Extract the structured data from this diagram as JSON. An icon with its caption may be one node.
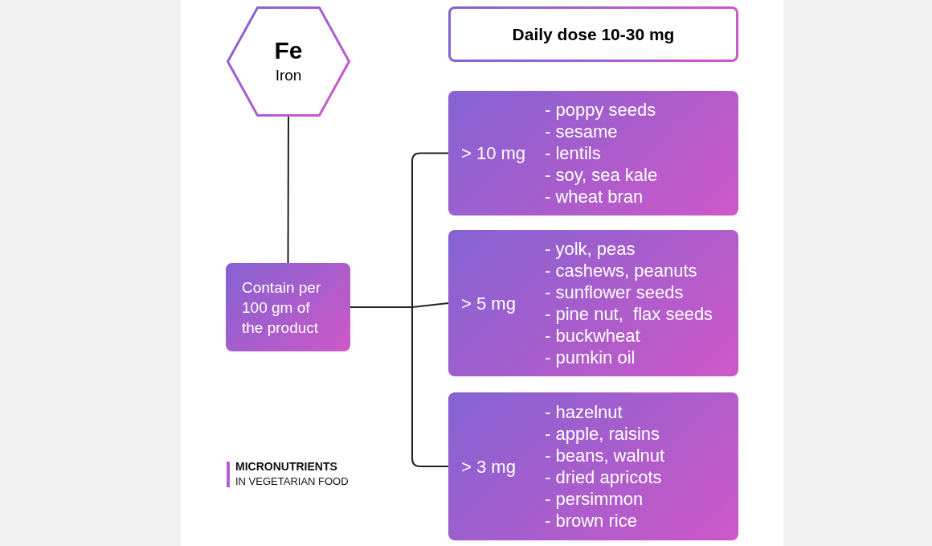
{
  "diagram": {
    "nodes": [
      {
        "text": [
          "Fe",
          "Iron"
        ]
      },
      {
        "text": [
          "Daily dose 10-30 mg"
        ]
      },
      {
        "text": [
          "> 10 mg",
          "- poppy seeds",
          "- sesame",
          "- lentils",
          "- soy, sea kale",
          "- wheat bran"
        ]
      },
      {
        "text": [
          "> 5 mg",
          "- yolk, peas",
          "- cashews, peanuts",
          "- sunflower seeds",
          "- pine nut,  flax seeds",
          "- buckwheat",
          "- pumkin oil"
        ]
      },
      {
        "text": [
          "> 3 mg",
          "- hazelnut",
          "- apple, raisins",
          "- beans, walnut",
          "- dried apricots",
          "- persimmon",
          "- brown rice"
        ]
      },
      {
        "text": [
          "Contain per 100 gm of the product"
        ]
      }
    ],
    "edges": [
      {
        "from": 0,
        "to": 5,
        "arrow": "none"
      },
      {
        "from": 5,
        "to": 2,
        "arrow": "none"
      },
      {
        "from": 5,
        "to": 3,
        "arrow": "none"
      },
      {
        "from": 5,
        "to": 4,
        "arrow": "none"
      }
    ],
    "labels": [
      "MICRONUTRIENTS",
      "IN VEGETARIAN FOOD"
    ]
  }
}
